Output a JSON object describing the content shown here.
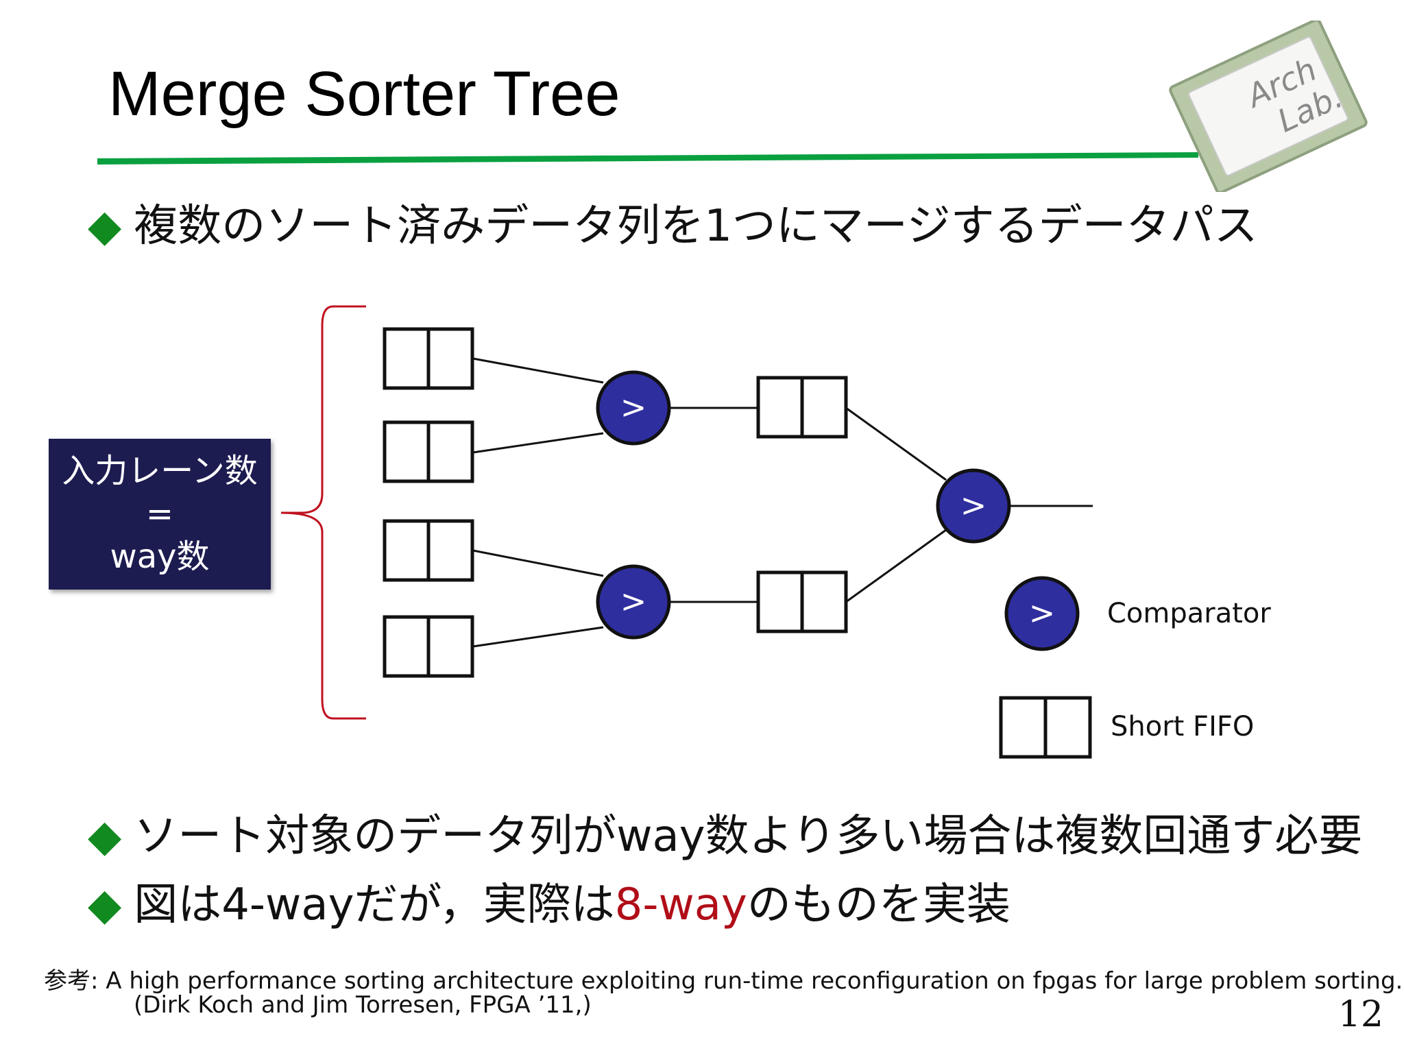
{
  "slide": {
    "title": "Merge Sorter Tree",
    "page_number": "12",
    "colors": {
      "accent_green": "#118a1f",
      "rule_green": "#0aa040",
      "lane_box_bg": "#1d1c50",
      "comparator_fill": "#2e2e9e",
      "highlight_red": "#b00e18",
      "bracket_red": "#c0111f"
    }
  },
  "logo": {
    "line1": "Arch",
    "line2": "Lab."
  },
  "bullets": {
    "marker": "◆",
    "top": "複数のソート済みデータ列を1つにマージするデータパス",
    "b1": "ソート対象のデータ列がway数より多い場合は複数回通す必要",
    "b2_pre": "図は4-wayだが，実際は",
    "b2_highlight": "8-way",
    "b2_post": "のものを実装"
  },
  "diagram": {
    "lane_box": {
      "line1": "入力レーン数",
      "line2": "=",
      "line3": "way数"
    },
    "comparator_symbol": ">",
    "legend": {
      "comparator_label": "Comparator",
      "fifo_label": "Short FIFO"
    }
  },
  "reference": {
    "prefix": "参考:",
    "text": "A high performance sorting architecture exploiting run-time reconfiguration on fpgas for large problem sorting.",
    "authors": "(Dirk Koch and Jim Torresen, FPGA ’11,)"
  }
}
